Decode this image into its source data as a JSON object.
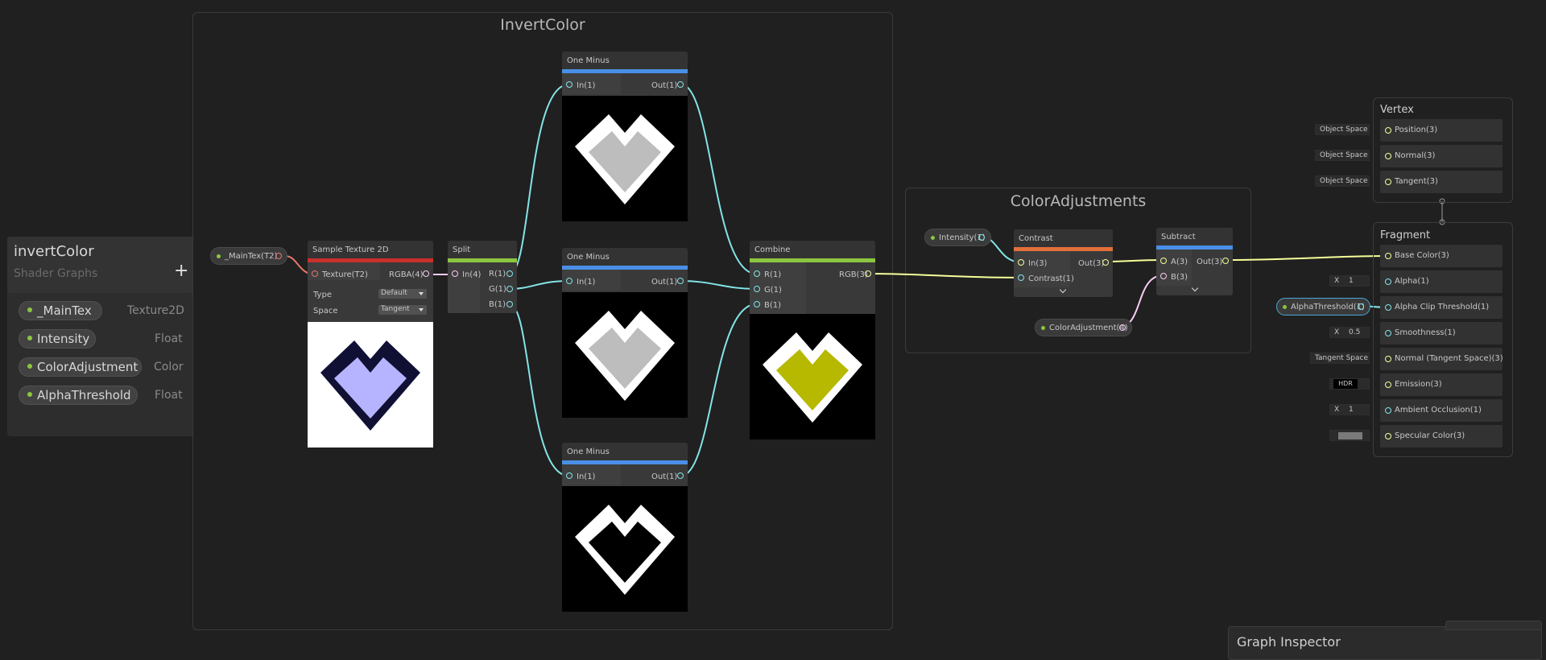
{
  "blackboard": {
    "title": "invertColor",
    "subtitle": "Shader Graphs",
    "add_symbol": "+",
    "properties": [
      {
        "name": "_MainTex",
        "type": "Texture2D"
      },
      {
        "name": "Intensity",
        "type": "Float"
      },
      {
        "name": "ColorAdjustment",
        "type": "Color"
      },
      {
        "name": "AlphaThreshold",
        "type": "Float"
      }
    ]
  },
  "groups": {
    "invert": "InvertColor",
    "adjust": "ColorAdjustments"
  },
  "prop_nodes": {
    "maintex": "_MainTex(T2)",
    "intensity": "Intensity(1)",
    "coloradj": "ColorAdjustment(4)",
    "alphathr": "AlphaThreshold(1)"
  },
  "nodes": {
    "sample": {
      "title": "Sample Texture 2D",
      "in": "Texture(T2)",
      "out": "RGBA(4)",
      "type_label": "Type",
      "type_value": "Default",
      "space_label": "Space",
      "space_value": "Tangent"
    },
    "split": {
      "title": "Split",
      "in": "In(4)",
      "out_r": "R(1)",
      "out_g": "G(1)",
      "out_b": "B(1)"
    },
    "one_minus_1": {
      "title": "One Minus",
      "in": "In(1)",
      "out": "Out(1)"
    },
    "one_minus_2": {
      "title": "One Minus",
      "in": "In(1)",
      "out": "Out(1)"
    },
    "one_minus_3": {
      "title": "One Minus",
      "in": "In(1)",
      "out": "Out(1)"
    },
    "combine": {
      "title": "Combine",
      "in_r": "R(1)",
      "in_g": "G(1)",
      "in_b": "B(1)",
      "out": "RGB(3)"
    },
    "contrast": {
      "title": "Contrast",
      "in": "In(3)",
      "in2": "Contrast(1)",
      "out": "Out(3)"
    },
    "subtract": {
      "title": "Subtract",
      "in_a": "A(3)",
      "in_b": "B(3)",
      "out": "Out(3)"
    }
  },
  "vertex": {
    "title": "Vertex",
    "blocks": [
      {
        "label": "Position(3)",
        "inline": "Object Space"
      },
      {
        "label": "Normal(3)",
        "inline": "Object Space"
      },
      {
        "label": "Tangent(3)",
        "inline": "Object Space"
      }
    ]
  },
  "fragment": {
    "title": "Fragment",
    "blocks": [
      {
        "label": "Base Color(3)",
        "inline": ""
      },
      {
        "label": "Alpha(1)",
        "inline_x": "X",
        "inline": "1"
      },
      {
        "label": "Alpha Clip Threshold(1)",
        "inline": ""
      },
      {
        "label": "Smoothness(1)",
        "inline_x": "X",
        "inline": "0.5"
      },
      {
        "label": "Normal (Tangent Space)(3)",
        "inline": "Tangent Space"
      },
      {
        "label": "Emission(3)",
        "inline": "HDR"
      },
      {
        "label": "Ambient Occlusion(1)",
        "inline_x": "X",
        "inline": "1"
      },
      {
        "label": "Specular Color(3)",
        "inline": ""
      }
    ]
  },
  "graph_inspector": {
    "title": "Graph Inspector"
  },
  "colors": {
    "background": "#202020",
    "texture_bar": "#c9302c",
    "vector_bar": "#8cc63f",
    "math_bar": "#4a8fe7",
    "artistic_bar": "#e2703a",
    "wire_texture": "#e9756e",
    "wire_vector1": "#84e4e7",
    "wire_vector3": "#f6ff9a",
    "wire_vector4": "#fbcbf4",
    "result_color": "#b7b800",
    "sample_tint": "#b6b4ff"
  },
  "icons": [
    "add-icon",
    "dropdown-arrow-icon",
    "chevron-down-icon",
    "heart-preview-icon"
  ]
}
